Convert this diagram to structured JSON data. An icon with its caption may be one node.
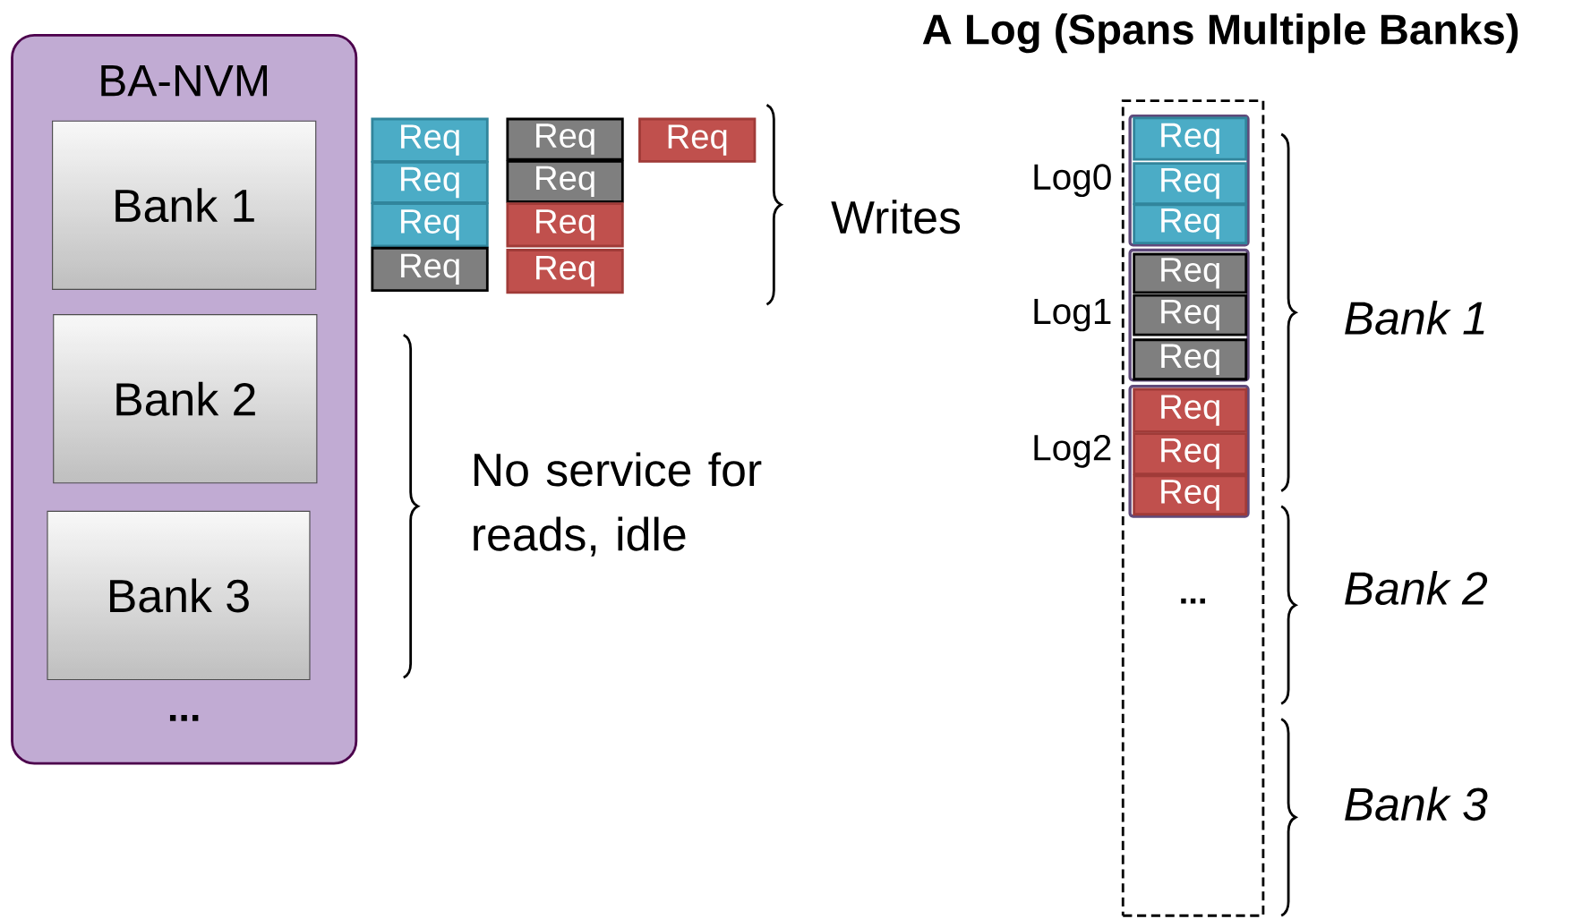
{
  "diagram": {
    "title": "A Log  (Spans Multiple Banks)",
    "nodes": [
      {
        "text": [
          "BA-NVM",
          "..."
        ]
      },
      {
        "text": [
          "Bank 1"
        ],
        "in": 0
      },
      {
        "text": [
          "Bank 2"
        ],
        "in": 0
      },
      {
        "text": [
          "Bank 3"
        ],
        "in": 0
      },
      {
        "text": [
          "Req"
        ]
      },
      {
        "text": [
          "Req"
        ]
      },
      {
        "text": [
          "Req"
        ]
      },
      {
        "text": [
          "Req"
        ]
      },
      {
        "text": [
          "Req"
        ]
      },
      {
        "text": [
          "Req"
        ]
      },
      {
        "text": [
          "Req"
        ]
      },
      {
        "text": [
          "Req"
        ]
      },
      {
        "text": [
          "Req"
        ]
      },
      {
        "text": [
          "..."
        ]
      },
      {
        "text": [],
        "shape": "box",
        "beside": [
          "Log0"
        ],
        "in": 13
      },
      {
        "text": [
          "Req"
        ],
        "in": 14
      },
      {
        "text": [
          "Req"
        ],
        "in": 14
      },
      {
        "text": [
          "Req"
        ],
        "in": 14
      },
      {
        "text": [],
        "shape": "box",
        "beside": [
          "Log1"
        ],
        "in": 13
      },
      {
        "text": [
          "Req"
        ],
        "in": 18
      },
      {
        "text": [
          "Req"
        ],
        "in": 18
      },
      {
        "text": [
          "Req"
        ],
        "in": 18
      },
      {
        "text": [],
        "shape": "box",
        "beside": [
          "Log2"
        ],
        "in": 13
      },
      {
        "text": [
          "Req"
        ],
        "in": 22
      },
      {
        "text": [
          "Req"
        ],
        "in": 22
      },
      {
        "text": [
          "Req"
        ],
        "in": 22
      }
    ],
    "labels": [
      "Writes",
      "No service for reads, idle",
      "Bank 1",
      "Bank 2",
      "Bank 3"
    ]
  }
}
